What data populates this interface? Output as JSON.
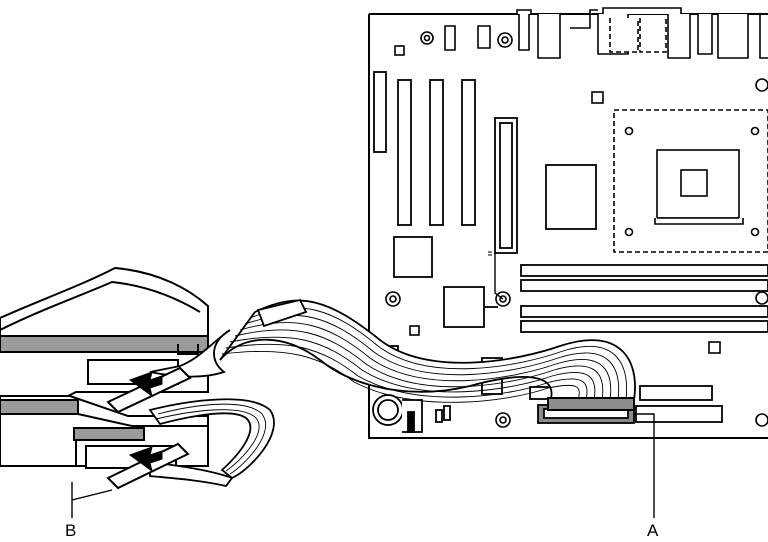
{
  "figure": {
    "callouts": [
      {
        "id": "A",
        "label": "A"
      },
      {
        "id": "B",
        "label": "B"
      }
    ],
    "components": {
      "motherboard": "motherboard-outline",
      "drive_top": "ide-drive",
      "drive_bottom": "ide-drive",
      "cable": "ribbon-cable"
    },
    "colors": {
      "line": "#000000",
      "drive_band": "#9a9a9a",
      "connector_fill": "#8c8c8c",
      "board_fill": "#ffffff"
    }
  }
}
